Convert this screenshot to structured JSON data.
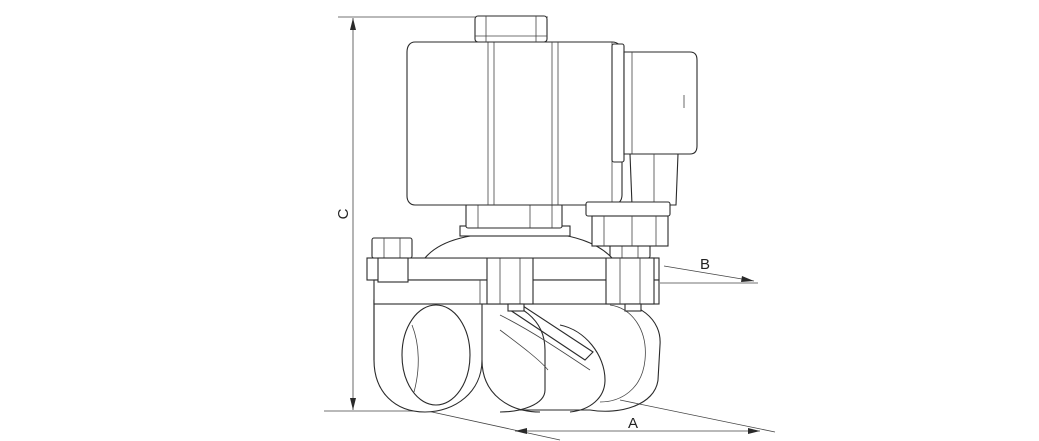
{
  "figure": {
    "dimension_labels": {
      "a": "A",
      "b": "B",
      "c": "C"
    },
    "colors": {
      "line": "#2a2a2a",
      "background": "#ffffff"
    }
  }
}
